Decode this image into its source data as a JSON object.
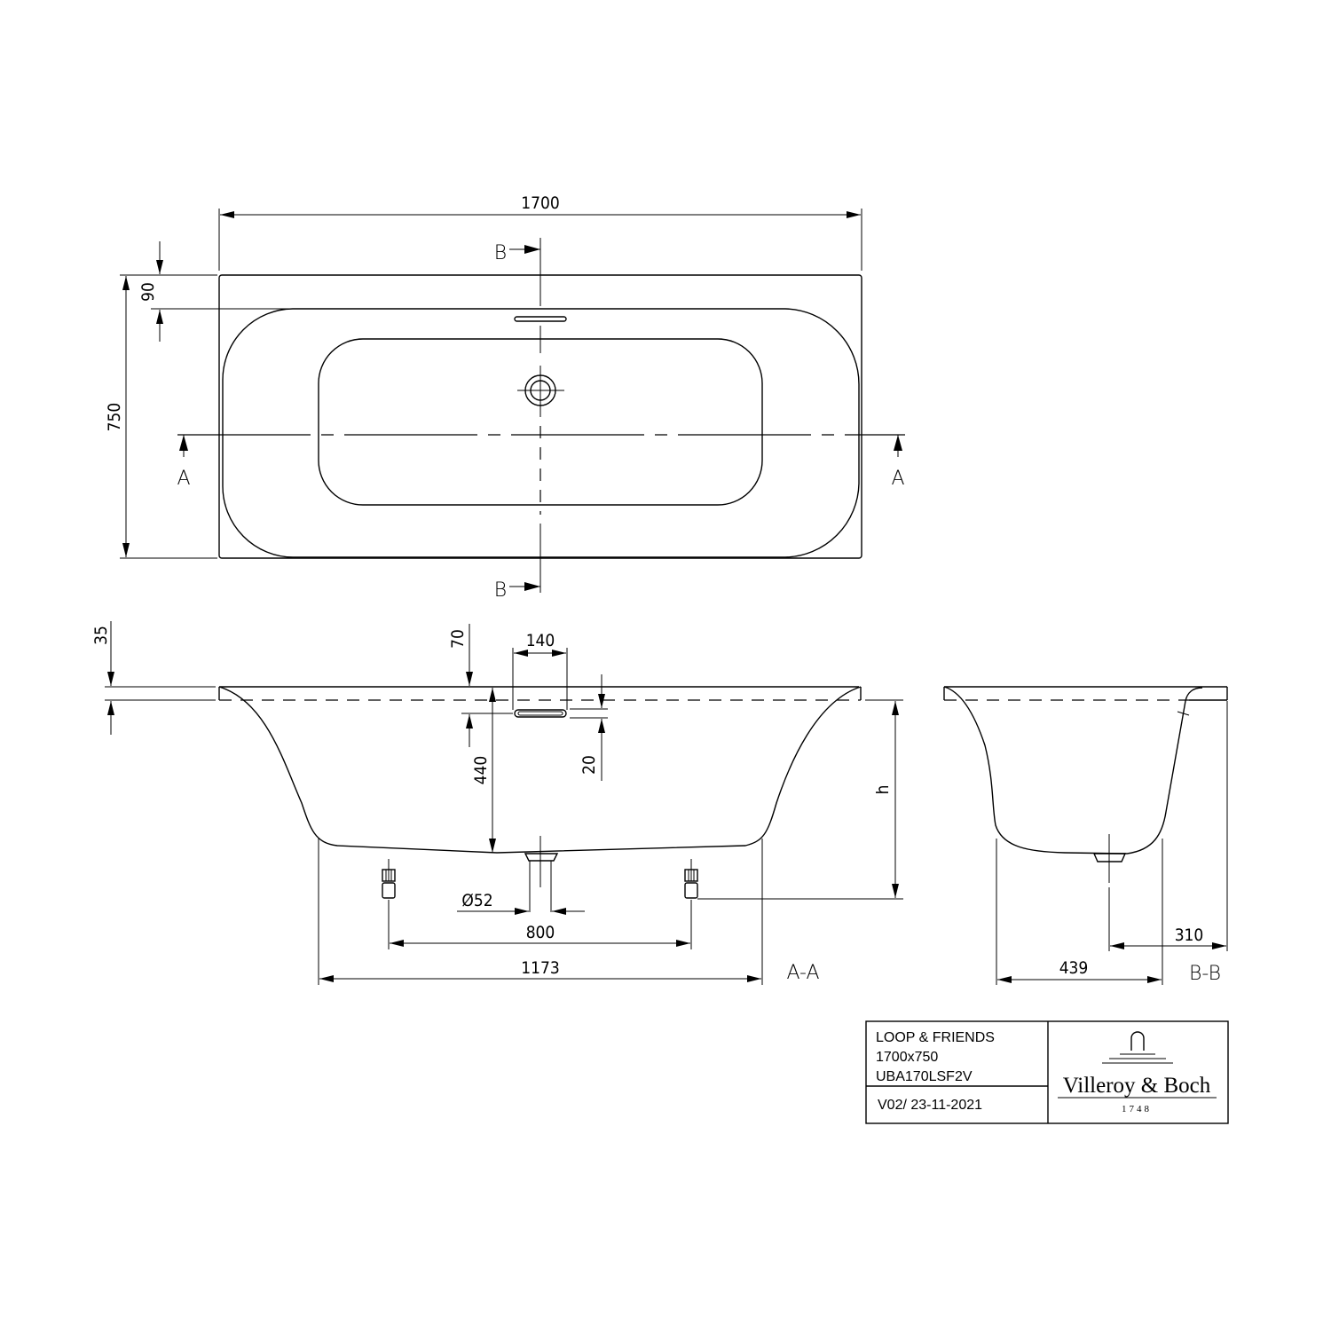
{
  "drawing": {
    "type": "technical-drawing",
    "subject": "bathtub",
    "views": {
      "plan": {
        "overall_length": "1700",
        "overall_width": "750",
        "rim_width": "90",
        "section_labels": {
          "a_left": "A",
          "a_right": "A",
          "b_top": "B",
          "b_bottom": "B"
        }
      },
      "section_a": {
        "label": "A-A",
        "rim_thickness": "35",
        "overflow_from_top": "70",
        "overflow_width": "140",
        "overflow_height": "20",
        "depth_to_drain": "440",
        "height_symbol": "h",
        "drain_diameter": "Ø52",
        "feet_spacing": "800",
        "base_length": "1173"
      },
      "section_b": {
        "label": "B-B",
        "drain_to_edge": "310",
        "base_width": "439"
      }
    }
  },
  "title_block": {
    "product_name": "LOOP & FRIENDS",
    "dimensions": "1700x750",
    "article_number": "UBA170LSF2V",
    "version": "V02/ 23-11-2021",
    "brand": "Villeroy & Boch",
    "brand_year": "1748"
  }
}
